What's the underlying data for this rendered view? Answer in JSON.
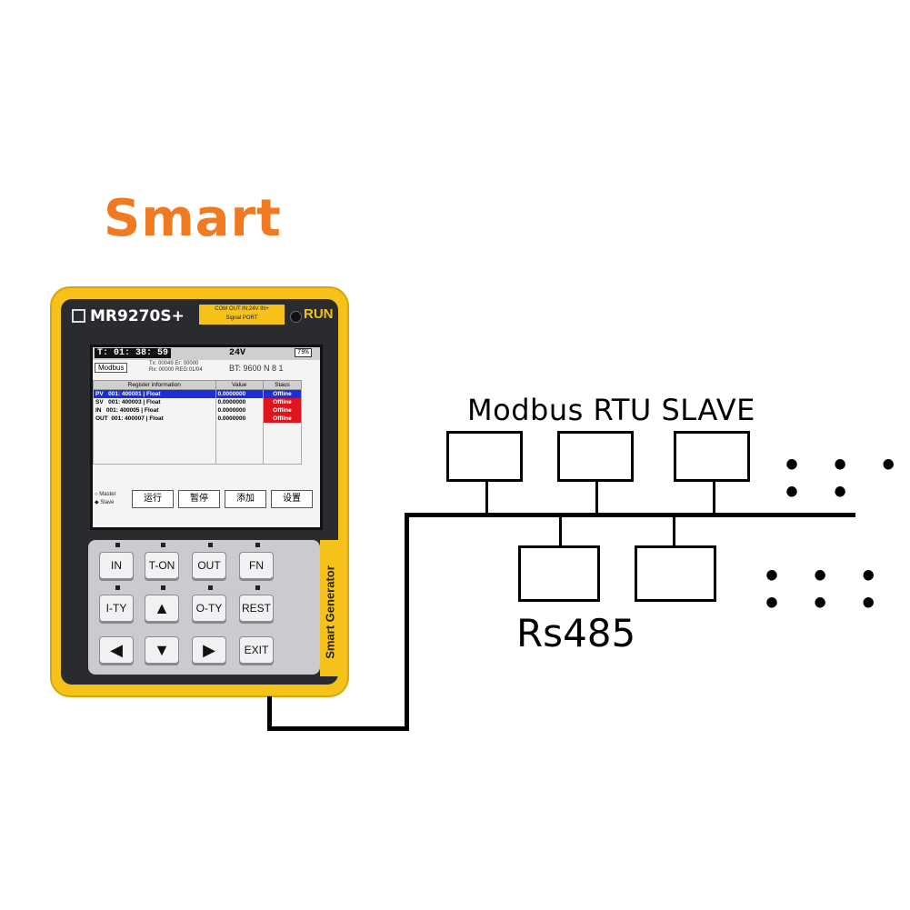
{
  "title": "Smart",
  "device": {
    "model": "MR9270S+",
    "port_labels": "COM OUT   IN:24V  IN+",
    "port_sub": "Signal PORT",
    "run_label": "RUN",
    "side_label": "Smart Generator",
    "screen": {
      "time": "T: 01: 38: 59",
      "voltage": "24V",
      "battery": "79%",
      "mode": "Modbus",
      "tx": "Tx: 00049  Er: 00000",
      "rx": "Rx: 00000  REG:01/04",
      "bt": "BT:  9600 N 8 1",
      "table_headers": [
        "Register information",
        "Value",
        "Staus"
      ],
      "rows": [
        {
          "name": "PV",
          "reg": "001: 400001",
          "type": "Float",
          "value": "0.0000000",
          "status": "Offline"
        },
        {
          "name": "SV",
          "reg": "001: 400003",
          "type": "Float",
          "value": "0.0000000",
          "status": "Offline"
        },
        {
          "name": "IN",
          "reg": "001: 400005",
          "type": "Float",
          "value": "0.0000000",
          "status": "Offline"
        },
        {
          "name": "OUT",
          "reg": "001: 400007",
          "type": "Float",
          "value": "0.0000000",
          "status": "Offline"
        }
      ],
      "radio_master": "Master",
      "radio_slave": "Slave",
      "buttons": [
        "运行",
        "暂停",
        "添加",
        "设置"
      ]
    },
    "keys": {
      "in": "IN",
      "ton": "T-ON",
      "out": "OUT",
      "fn": "FN",
      "ity": "I-TY",
      "up": "▲",
      "oty": "O-TY",
      "rest": "REST",
      "left": "◀",
      "down": "▼",
      "right": "▶",
      "exit": "EXIT"
    }
  },
  "diagram": {
    "modbus_label": "Modbus RTU SLAVE",
    "rs485_label": "Rs485",
    "dots_top": "• • •  • •",
    "dots_bottom": "• • •  • • •"
  },
  "colors": {
    "title": "#f07a22",
    "device_body": "#f6c21a",
    "selected_row": "#1a2fd6",
    "status_offline": "#e0141c"
  }
}
